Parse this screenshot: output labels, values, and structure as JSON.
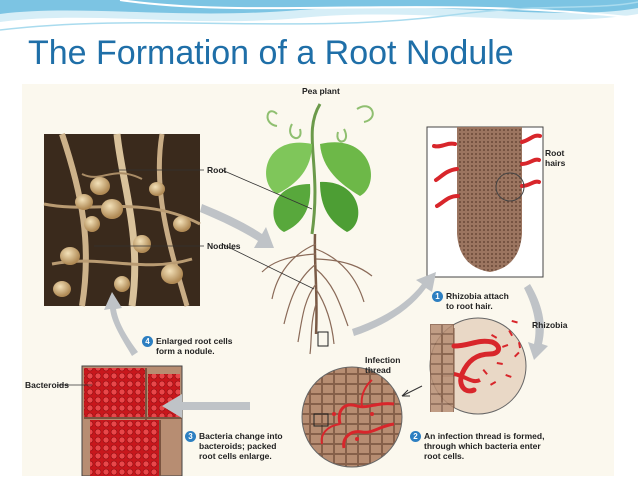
{
  "slide": {
    "title": "The Formation of a Root Nodule"
  },
  "diagram": {
    "labels": {
      "pea_plant": "Pea plant",
      "root": "Root",
      "nodules": "Nodules",
      "root_hairs_line1": "Root",
      "root_hairs_line2": "hairs",
      "rhizobia": "Rhizobia",
      "infection_thread_line1": "Infection",
      "infection_thread_line2": "thread",
      "bacteroids": "Bacteroids"
    },
    "steps": [
      {
        "number": "1",
        "line1": "Rhizobia attach",
        "line2": "to root hair.",
        "line3": ""
      },
      {
        "number": "2",
        "line1": "An infection thread is formed,",
        "line2": "through which bacteria enter",
        "line3": "root cells."
      },
      {
        "number": "3",
        "line1": "Bacteria change into",
        "line2": "bacteroids; packed",
        "line3": "root cells enlarge."
      },
      {
        "number": "4",
        "line1": "Enlarged root cells",
        "line2": "form a nodule.",
        "line3": ""
      }
    ]
  },
  "colors": {
    "title": "#1f6fa8",
    "step_badge": "#2d7fc1",
    "bacteria_red": "#d8262b"
  }
}
